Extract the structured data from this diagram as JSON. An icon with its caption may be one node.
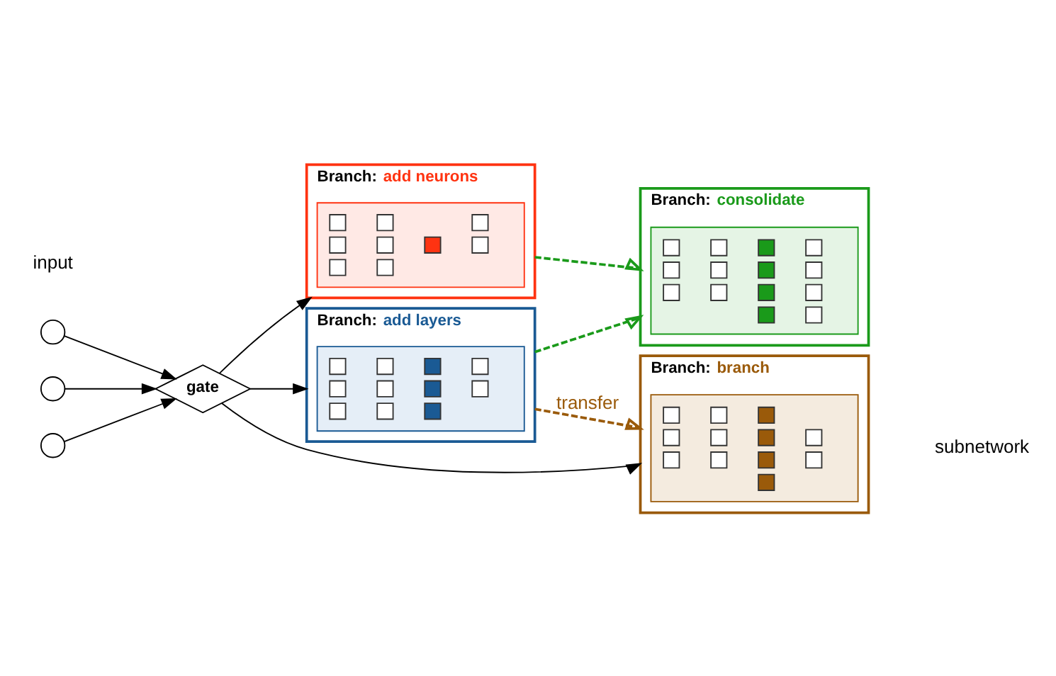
{
  "diagram": {
    "nodes": [
      {
        "text": [],
        "shape": "circle"
      },
      {
        "text": [],
        "shape": "circle"
      },
      {
        "text": [],
        "shape": "circle"
      },
      {
        "text": [
          "gate"
        ]
      },
      {
        "text": [
          "Branch:",
          "add neurons"
        ]
      },
      {
        "text": [],
        "shape": "picture",
        "in": 4
      },
      {
        "text": [
          "Branch:",
          "add layers"
        ]
      },
      {
        "text": [],
        "shape": "picture",
        "in": 6
      },
      {
        "text": [
          "Branch:",
          "branch"
        ],
        "beside": [
          "subnetwork"
        ]
      },
      {
        "text": [],
        "shape": "picture",
        "in": 8
      },
      {
        "text": [
          "Branch:",
          "consolidate"
        ]
      },
      {
        "text": [],
        "shape": "picture",
        "in": 10
      }
    ],
    "edges": [
      {
        "from": 0,
        "to": 3,
        "arrow": "to"
      },
      {
        "from": 1,
        "to": 3,
        "arrow": "to"
      },
      {
        "from": 2,
        "to": 3,
        "arrow": "to"
      },
      {
        "from": 3,
        "to": 4,
        "arrow": "to"
      },
      {
        "from": 3,
        "to": 6,
        "arrow": "to"
      },
      {
        "from": 3,
        "to": 8,
        "arrow": "to"
      },
      {
        "from": 4,
        "to": 10,
        "arrow": "to",
        "style": "dashed",
        "color": "#1a9a1a"
      },
      {
        "from": 6,
        "to": 10,
        "arrow": "to",
        "style": "dashed",
        "color": "#1a9a1a"
      },
      {
        "from": 6,
        "to": 8,
        "arrow": "to",
        "style": "dashed",
        "color": "#9a5a0a",
        "label": "transfer"
      }
    ],
    "labels": [
      "input"
    ]
  }
}
